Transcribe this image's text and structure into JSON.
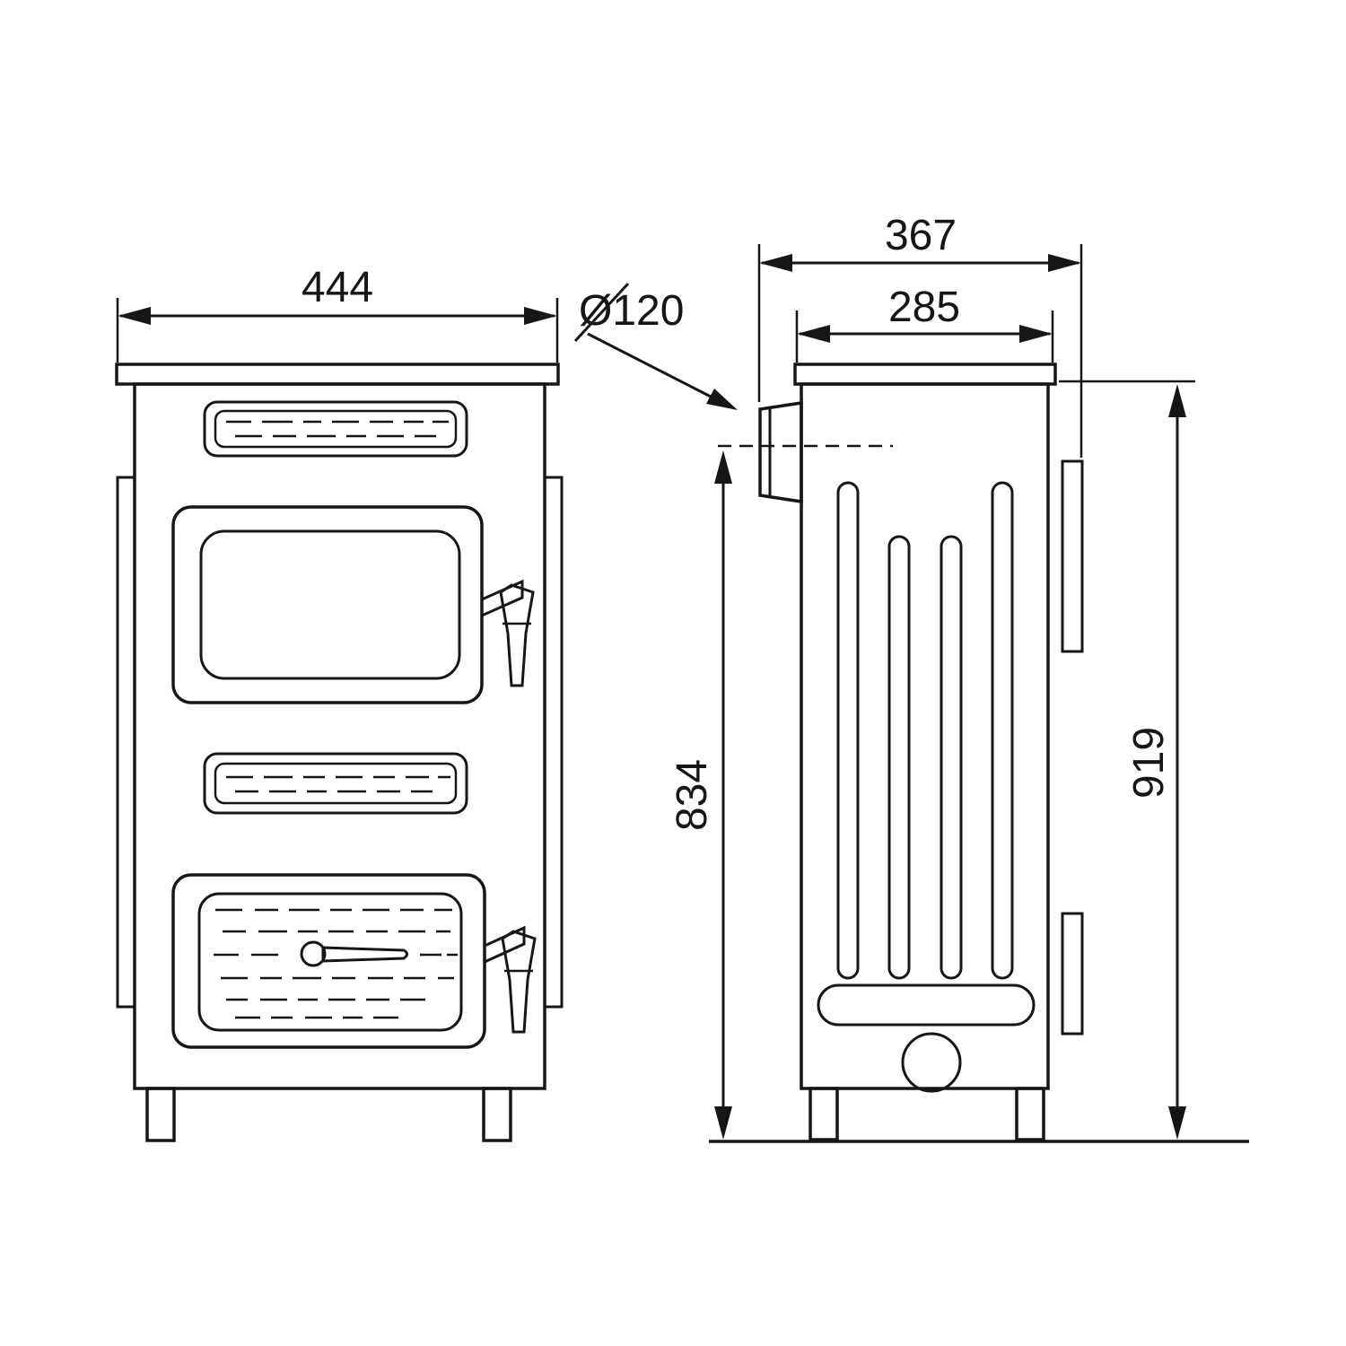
{
  "dimensions": {
    "front_width": "444",
    "flue_diameter": "Ø120",
    "total_depth": "367",
    "body_depth": "285",
    "flue_axis_height": "834",
    "overall_height": "919"
  },
  "style": {
    "line_color": "#161616",
    "background": "#ffffff"
  }
}
